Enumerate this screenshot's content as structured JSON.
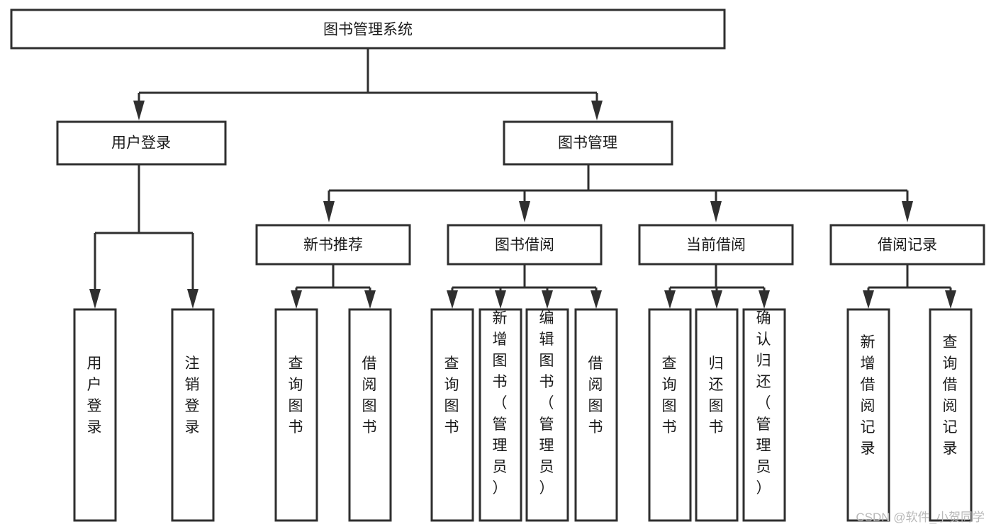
{
  "diagram": {
    "type": "tree",
    "title": "图书管理系统",
    "orientation": "top-down",
    "colors": {
      "box_fill": "#ffffff",
      "box_stroke": "#2f2f2f",
      "text": "#1a1a1a",
      "connector": "#2f2f2f",
      "background": "#ffffff",
      "watermark": "#b9b9b9"
    },
    "root": {
      "label": "图书管理系统"
    },
    "level2": [
      {
        "label": "用户登录"
      },
      {
        "label": "图书管理"
      }
    ],
    "level3": [
      {
        "label": "新书推荐"
      },
      {
        "label": "图书借阅"
      },
      {
        "label": "当前借阅"
      },
      {
        "label": "借阅记录"
      }
    ],
    "leaves_user_login": [
      {
        "label": "用户登录"
      },
      {
        "label": "注销登录"
      }
    ],
    "leaves_new_book": [
      {
        "label": "查询图书"
      },
      {
        "label": "借阅图书"
      }
    ],
    "leaves_borrow": [
      {
        "label": "查询图书"
      },
      {
        "label": "新增图书（管理员）"
      },
      {
        "label": "编辑图书（管理员）"
      },
      {
        "label": "借阅图书"
      }
    ],
    "leaves_current": [
      {
        "label": "查询图书"
      },
      {
        "label": "归还图书"
      },
      {
        "label": "确认归还（管理员）"
      }
    ],
    "leaves_record": [
      {
        "label": "新增借阅记录"
      },
      {
        "label": "查询借阅记录"
      }
    ]
  },
  "watermark": {
    "text": "CSDN @软件_小贺同学"
  }
}
